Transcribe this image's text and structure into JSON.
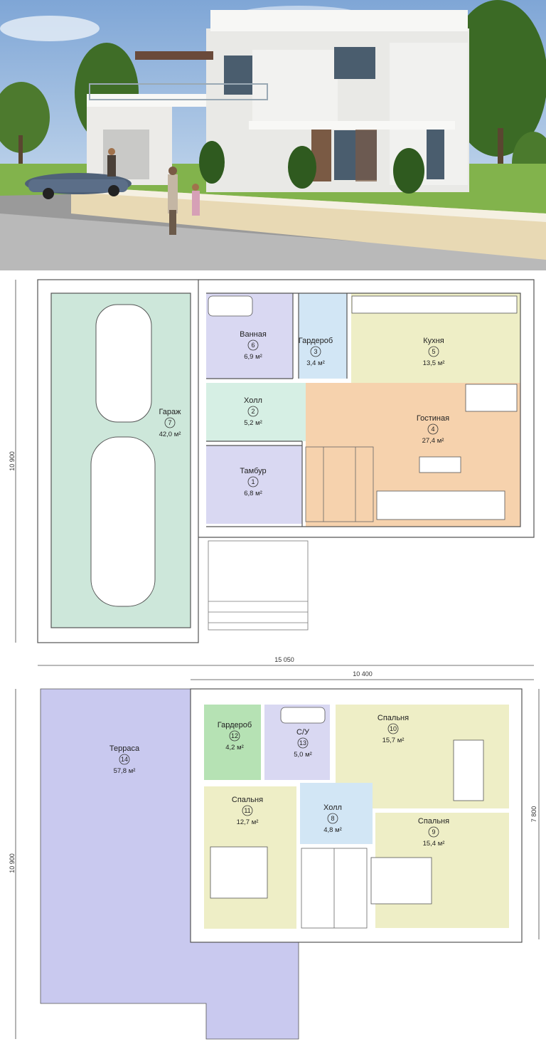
{
  "colors": {
    "sky": "#a9c7e6",
    "grass": "#7fb04a",
    "garage": "#cfe8dc",
    "hall": "#d6efe4",
    "tambour": "#d9d8f2",
    "bath": "#d9d8f2",
    "wardrobe": "#d2e6f5",
    "kitchen": "#eeeec8",
    "living": "#f6d2ad",
    "terrace": "#c9c9ef",
    "bedroom": "#eeeec8",
    "wardrobe2": "#b6e2b4",
    "hall2": "#d2e6f5",
    "wall": "#ffffff",
    "line": "#555555"
  },
  "floor1": {
    "dim_height": "10 900",
    "rooms": [
      {
        "id": "garage",
        "name": "Гараж",
        "num": "7",
        "area": "42,0 м²"
      },
      {
        "id": "bath",
        "name": "Ванная",
        "num": "6",
        "area": "6,9 м²"
      },
      {
        "id": "wardrobe",
        "name": "Гардероб",
        "num": "3",
        "area": "3,4 м²"
      },
      {
        "id": "kitchen",
        "name": "Кухня",
        "num": "5",
        "area": "13,5 м²"
      },
      {
        "id": "hall",
        "name": "Холл",
        "num": "2",
        "area": "5,2 м²"
      },
      {
        "id": "living",
        "name": "Гостиная",
        "num": "4",
        "area": "27,4 м²"
      },
      {
        "id": "tambour",
        "name": "Тамбур",
        "num": "1",
        "area": "6,8 м²"
      }
    ]
  },
  "floor2": {
    "dim_total_width": "15 050",
    "dim_width": "10 400",
    "dim_height_left": "10 900",
    "dim_height_right": "7 800",
    "rooms": [
      {
        "id": "terrace",
        "name": "Терраса",
        "num": "14",
        "area": "57,8 м²"
      },
      {
        "id": "wardrobe2",
        "name": "Гардероб",
        "num": "12",
        "area": "4,2 м²"
      },
      {
        "id": "wc",
        "name": "С/У",
        "num": "13",
        "area": "5,0 м²"
      },
      {
        "id": "bed10",
        "name": "Спальня",
        "num": "10",
        "area": "15,7 м²"
      },
      {
        "id": "bed11",
        "name": "Спальня",
        "num": "11",
        "area": "12,7 м²"
      },
      {
        "id": "hall8",
        "name": "Холл",
        "num": "8",
        "area": "4,8 м²"
      },
      {
        "id": "bed9",
        "name": "Спальня",
        "num": "9",
        "area": "15,4 м²"
      }
    ]
  }
}
